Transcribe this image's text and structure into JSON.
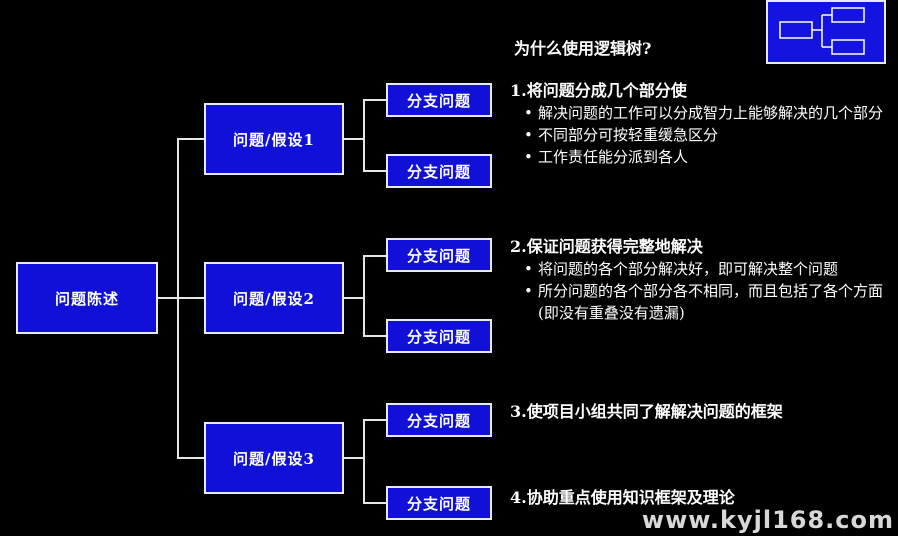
{
  "diagram": {
    "root": "问题陈述",
    "hypotheses": [
      "问题/假设1",
      "问题/假设2",
      "问题/假设3"
    ],
    "branch_label": "分支问题"
  },
  "panel": {
    "title": "为什么使用逻辑树?",
    "sections": [
      {
        "heading": "1.将问题分成几个部分使",
        "bullets": [
          "解决问题的工作可以分成智力上能够解决的几个部分",
          "不同部分可按轻重缓急区分",
          "工作责任能分派到各人"
        ]
      },
      {
        "heading": "2.保证问题获得完整地解决",
        "bullets": [
          "将问题的各个部分解决好，即可解决整个问题",
          "所分问题的各个部分各不相同，而且包括了各个方面(即没有重叠没有遗漏)"
        ]
      },
      {
        "heading": "3.使项目小组共同了解解决问题的框架",
        "bullets": []
      },
      {
        "heading": "4.协助重点使用知识框架及理论",
        "bullets": []
      }
    ]
  },
  "watermark": "www.kyjl168.com"
}
